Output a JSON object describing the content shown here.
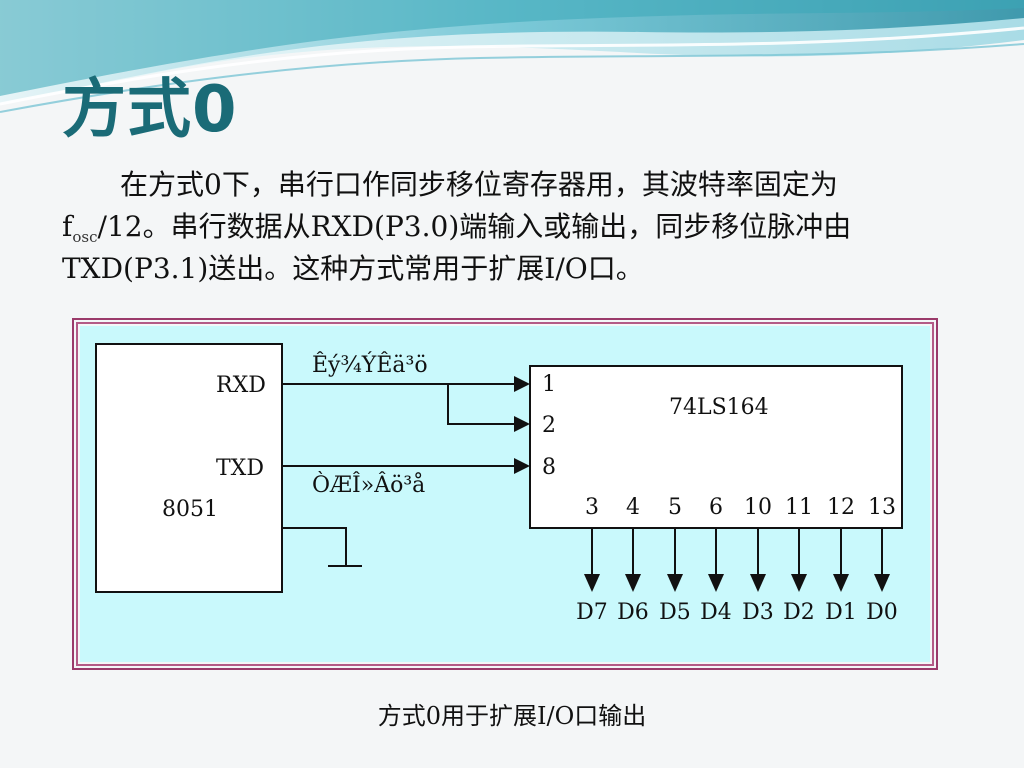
{
  "slide": {
    "title": "方式0",
    "paragraph": {
      "part1": "在方式0下，串行口作同步移位寄存器用，其波特率固定为f",
      "sub": "osc",
      "part2": "/12。串行数据从RXD(P3.0)端输入或输出，同步移位脉冲由TXD(P3.1)送出。这种方式常用于扩展I/O口。"
    },
    "caption": "方式0用于扩展I/O口输出"
  },
  "diagram": {
    "chip_left": {
      "name": "8051",
      "pin_rxd": "RXD",
      "pin_txd": "TXD"
    },
    "chip_right": {
      "name": "74LS164",
      "input_pins": [
        "1",
        "2",
        "8"
      ],
      "output_pins": [
        "3",
        "4",
        "5",
        "6",
        "10",
        "11",
        "12",
        "13"
      ],
      "outputs": [
        "D7",
        "D6",
        "D5",
        "D4",
        "D3",
        "D2",
        "D1",
        "D0"
      ]
    },
    "label_data": "Êý¾ÝÊä³ö",
    "label_clock": "ÒÆÎ»Âö³å"
  },
  "colors": {
    "title": "#1a6b77",
    "diagram_bg": "#c9f9fc",
    "diagram_border": "#9a3a6a",
    "wave_teal": "#3aa7b8",
    "wave_light": "#bfe6ee"
  }
}
